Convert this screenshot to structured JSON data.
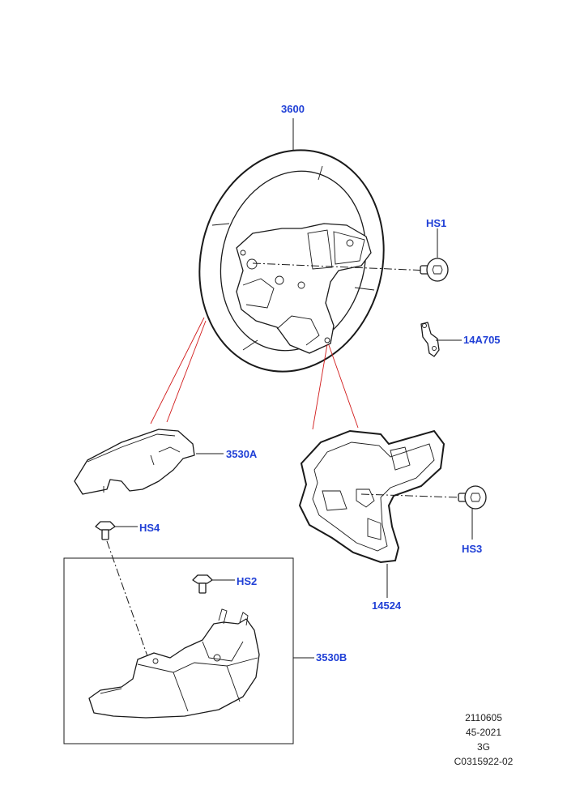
{
  "callouts": {
    "steering_wheel": "3600",
    "screw_hs1": "HS1",
    "bracket": "14A705",
    "upper_shroud": "3530A",
    "screw_hs4": "HS4",
    "screw_hs2": "HS2",
    "lower_shroud": "3530B",
    "trim_cover": "14524",
    "screw_hs3": "HS3"
  },
  "reference": {
    "line1": "2110605",
    "line2": "45-2021",
    "line3": "3G",
    "line4": "C0315922-02"
  },
  "colors": {
    "callout": "#1f3fd6",
    "red_leader": "#d11a1a",
    "line_art": "#1a1a1a"
  }
}
